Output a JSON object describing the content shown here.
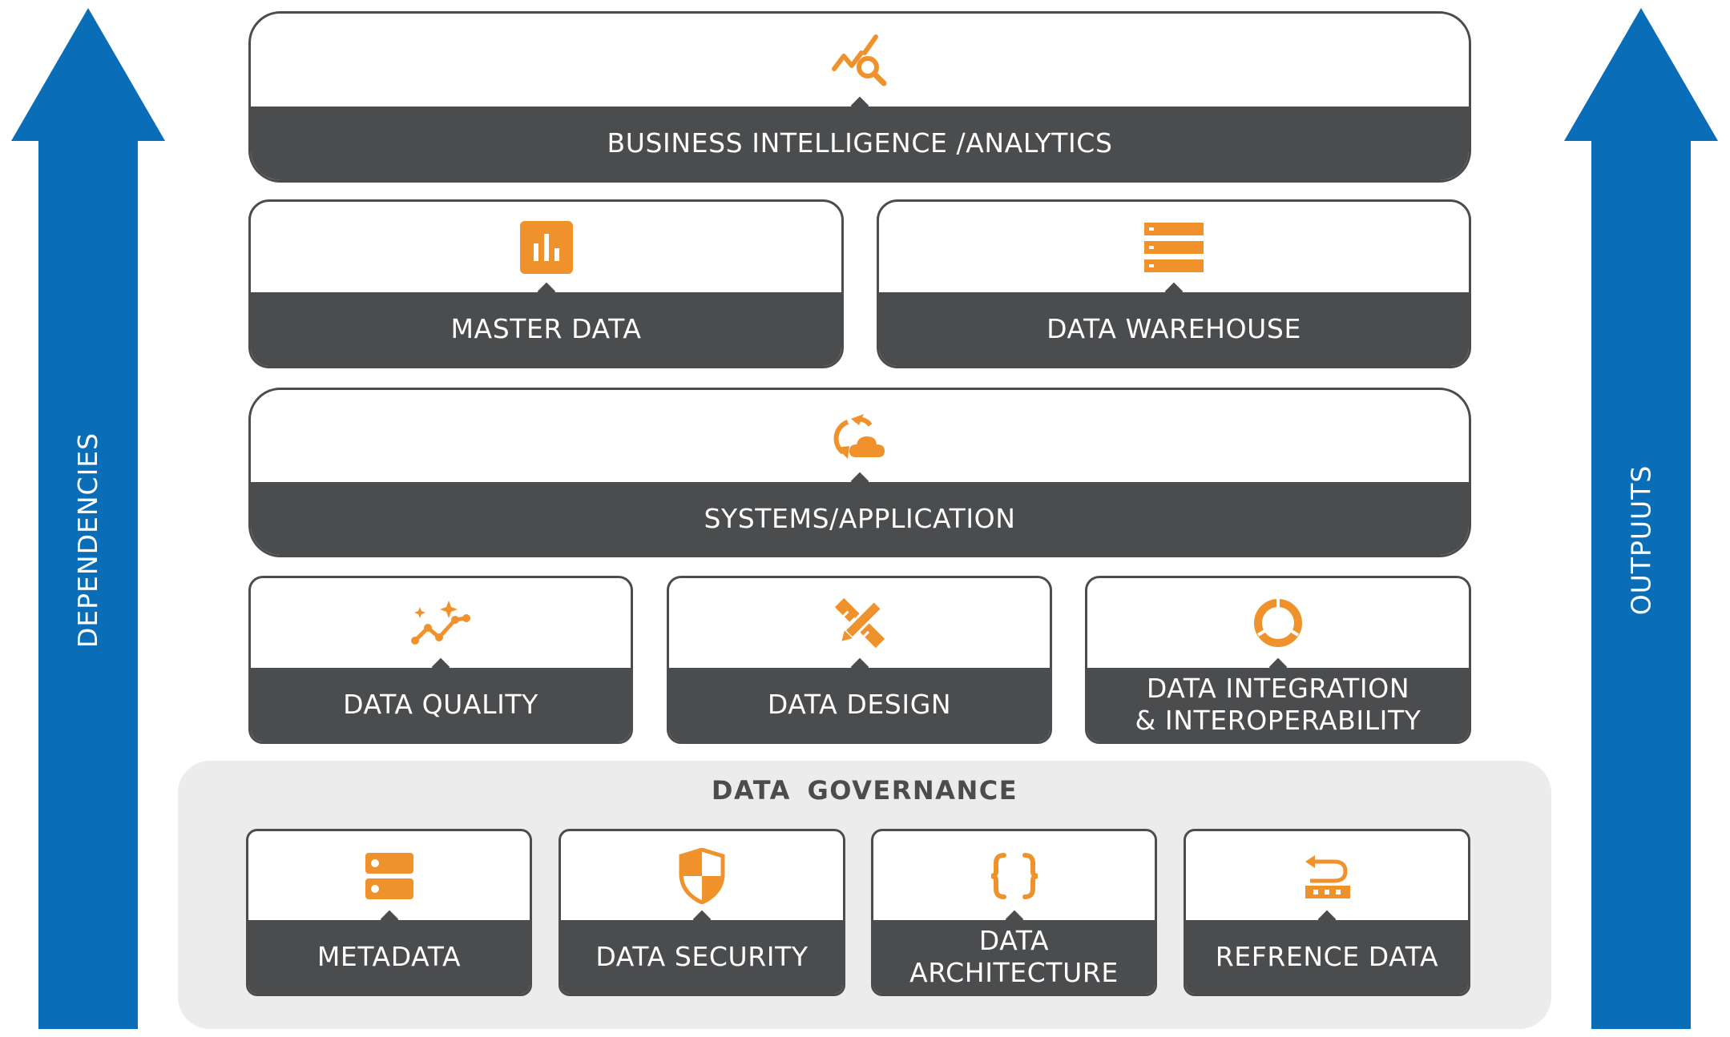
{
  "arrows": {
    "left_label": "DEPENDENCIES",
    "right_label": "OUTPUUTS",
    "color": "#0a6db7"
  },
  "colors": {
    "box_dark": "#4b4c4e",
    "icon_orange": "#f0922b",
    "governance_bg": "#ececec"
  },
  "layers": {
    "bi": {
      "label": "BUSINESS INTELLIGENCE /ANALYTICS",
      "icon": "analytics-search-icon"
    },
    "master_data": {
      "label": "MASTER DATA",
      "icon": "bar-chart-icon"
    },
    "data_warehouse": {
      "label": "DATA WAREHOUSE",
      "icon": "server-stack-icon"
    },
    "systems": {
      "label": "SYSTEMS/APPLICATION",
      "icon": "cloud-sync-icon"
    },
    "data_quality": {
      "label": "DATA QUALITY",
      "icon": "sparkle-line-icon"
    },
    "data_design": {
      "label": "DATA DESIGN",
      "icon": "pencil-ruler-icon"
    },
    "data_integration": {
      "label_line1": "DATA INTEGRATION",
      "label_line2": "& INTEROPERABILITY",
      "icon": "donut-ring-icon"
    }
  },
  "governance": {
    "title": "DATA  GOVERNANCE",
    "items": [
      {
        "label": "METADATA",
        "icon": "database-icon"
      },
      {
        "label": "DATA SECURITY",
        "icon": "shield-icon"
      },
      {
        "label": "DATA ARCHITECTURE",
        "icon": "curly-braces-icon"
      },
      {
        "label": "REFRENCE DATA",
        "icon": "return-arrow-table-icon"
      }
    ]
  }
}
